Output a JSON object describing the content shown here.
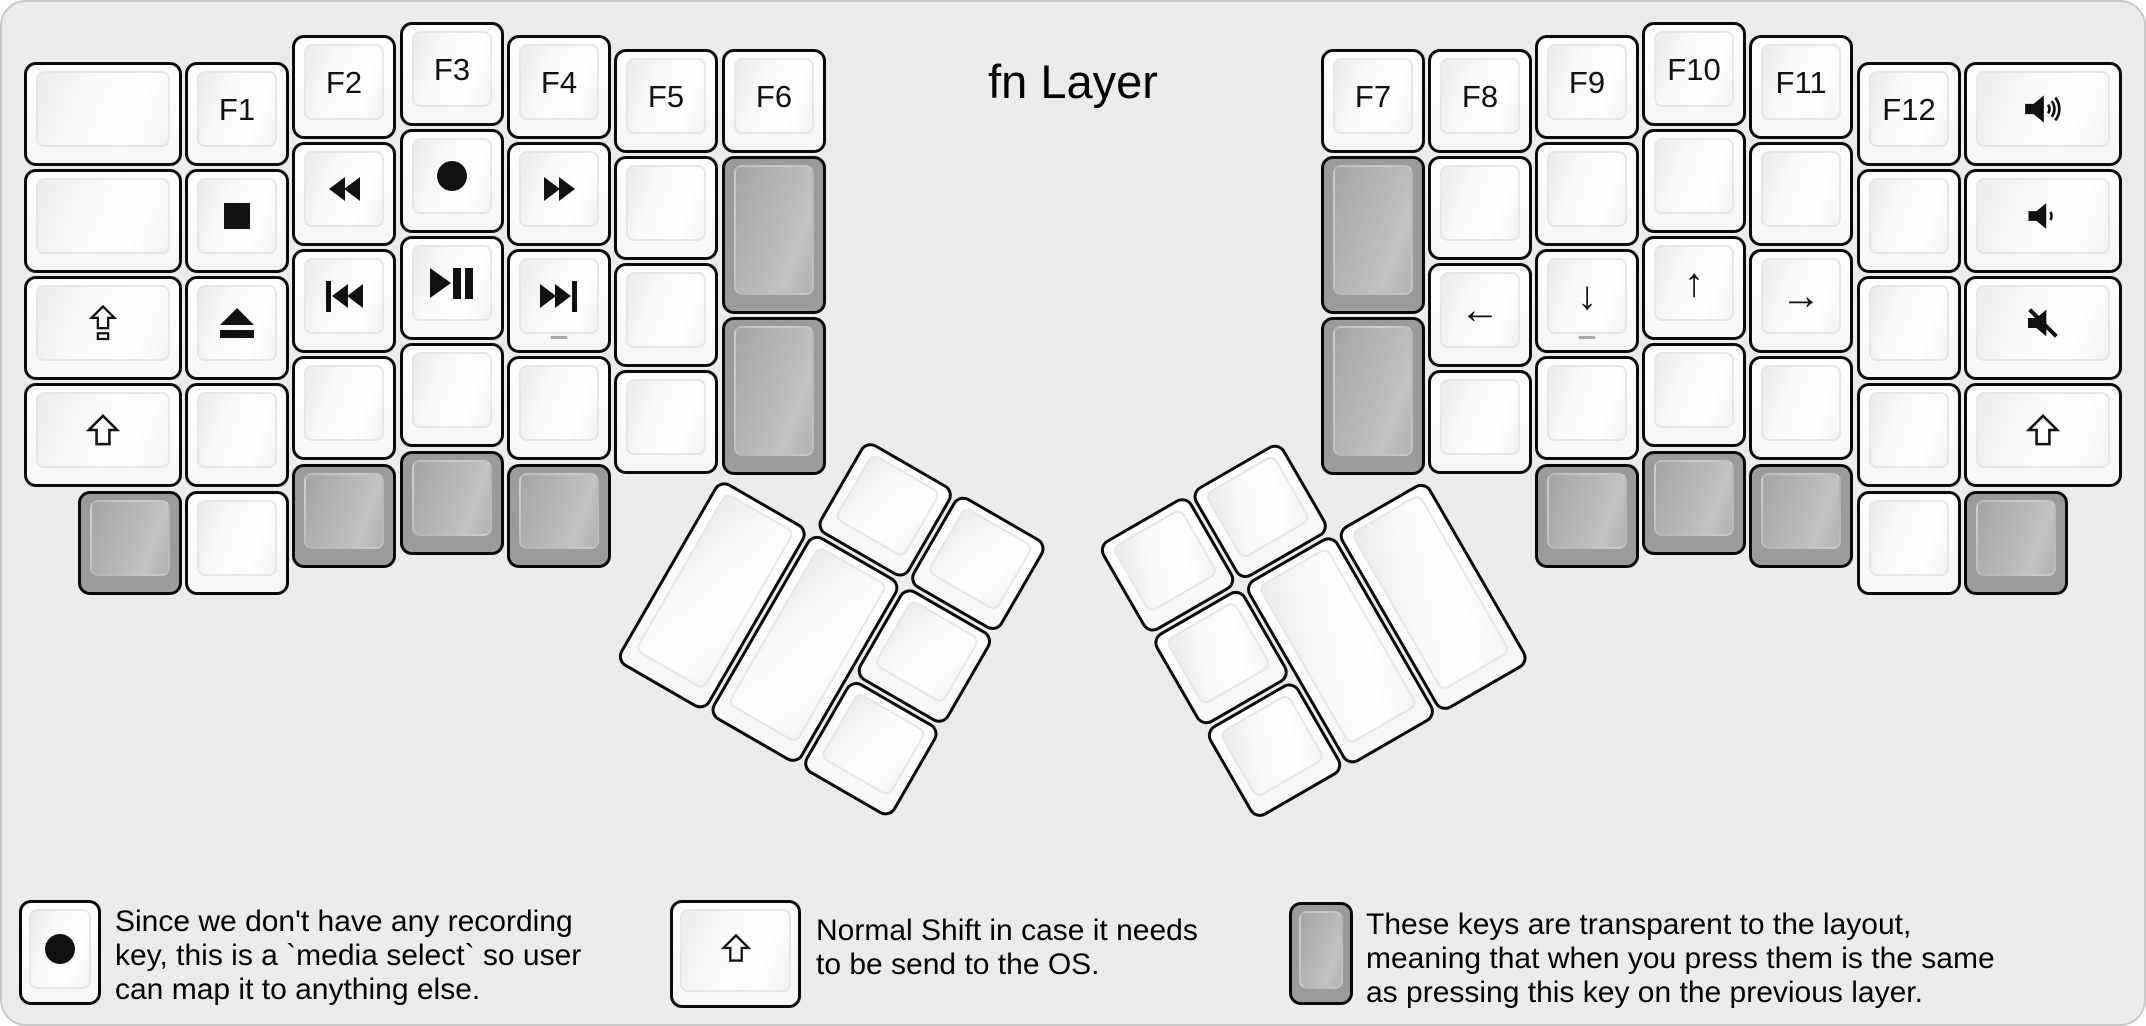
{
  "title": "fn Layer",
  "colors": {
    "background": "#ebebeb",
    "frame_border": "#c9c9c9",
    "key_white": "#ffffff",
    "key_gray": "#9b9b9b",
    "key_outline": "#0a0a0a",
    "text": "#000000",
    "homing_mark": "#a9a9a9"
  },
  "keyboard": {
    "left_main": [
      {
        "id": "A1"
      },
      {
        "id": "A2"
      },
      {
        "id": "A3",
        "icon": "caps-lock-icon"
      },
      {
        "id": "A4",
        "icon": "shift-icon"
      },
      {
        "id": "A5",
        "gray": true
      },
      {
        "id": "B1",
        "label": "F1"
      },
      {
        "id": "B2",
        "icon": "stop-icon"
      },
      {
        "id": "B3",
        "icon": "eject-icon"
      },
      {
        "id": "B4"
      },
      {
        "id": "B5"
      },
      {
        "id": "C1",
        "label": "F2"
      },
      {
        "id": "C2",
        "icon": "rewind-icon"
      },
      {
        "id": "C3",
        "icon": "prev-track-icon"
      },
      {
        "id": "C4"
      },
      {
        "id": "C5",
        "gray": true
      },
      {
        "id": "D1",
        "label": "F3"
      },
      {
        "id": "D2",
        "icon": "record-icon"
      },
      {
        "id": "D3",
        "icon": "play-pause-icon"
      },
      {
        "id": "D4"
      },
      {
        "id": "D5",
        "gray": true
      },
      {
        "id": "E1",
        "label": "F4"
      },
      {
        "id": "E2",
        "icon": "fast-forward-icon"
      },
      {
        "id": "E3",
        "icon": "next-track-icon",
        "homing": true
      },
      {
        "id": "E4"
      },
      {
        "id": "E5",
        "gray": true
      },
      {
        "id": "F1",
        "label": "F5"
      },
      {
        "id": "F2"
      },
      {
        "id": "F3"
      },
      {
        "id": "F4"
      },
      {
        "id": "G1",
        "label": "F6"
      },
      {
        "id": "G2",
        "gray": true
      },
      {
        "id": "G3",
        "gray": true
      }
    ],
    "left_thumb": [
      {
        "id": "LT1"
      },
      {
        "id": "LT2"
      },
      {
        "id": "LT3"
      },
      {
        "id": "LT4"
      },
      {
        "id": "LT5"
      },
      {
        "id": "LT6"
      }
    ],
    "right_main": [
      {
        "id": "H1",
        "label": "F7"
      },
      {
        "id": "H2",
        "gray": true
      },
      {
        "id": "H3",
        "gray": true
      },
      {
        "id": "I1",
        "label": "F8"
      },
      {
        "id": "I2"
      },
      {
        "id": "I3",
        "label": "←"
      },
      {
        "id": "I4"
      },
      {
        "id": "J1",
        "label": "F9"
      },
      {
        "id": "J2"
      },
      {
        "id": "J3",
        "label": "↓",
        "homing": true
      },
      {
        "id": "J4"
      },
      {
        "id": "J5",
        "gray": true
      },
      {
        "id": "K1",
        "label": "F10"
      },
      {
        "id": "K2"
      },
      {
        "id": "K3",
        "label": "↑"
      },
      {
        "id": "K4"
      },
      {
        "id": "K5",
        "gray": true
      },
      {
        "id": "L1",
        "label": "F11"
      },
      {
        "id": "L2"
      },
      {
        "id": "L3",
        "label": "→"
      },
      {
        "id": "L4"
      },
      {
        "id": "L5",
        "gray": true
      },
      {
        "id": "M1",
        "label": "F12"
      },
      {
        "id": "M2"
      },
      {
        "id": "M3"
      },
      {
        "id": "M4"
      },
      {
        "id": "M5"
      },
      {
        "id": "N1",
        "icon": "volume-up-icon"
      },
      {
        "id": "N2",
        "icon": "volume-down-icon"
      },
      {
        "id": "N3",
        "icon": "mute-icon"
      },
      {
        "id": "N4",
        "icon": "shift-icon"
      },
      {
        "id": "N5",
        "gray": true
      }
    ],
    "right_thumb": [
      {
        "id": "RT1"
      },
      {
        "id": "RT2"
      },
      {
        "id": "RT3"
      },
      {
        "id": "RT4"
      },
      {
        "id": "RT5"
      },
      {
        "id": "RT6"
      }
    ]
  },
  "legend": {
    "items": [
      {
        "key": "media-select",
        "text": "Since we don't have any recording\nkey, this is a `media select` so user\ncan map it to anything else."
      },
      {
        "key": "shift",
        "text": "Normal Shift in case it needs\nto be send to the OS."
      },
      {
        "key": "transparent",
        "text": "These keys are transparent to the layout,\nmeaning that when you press them is the same\nas pressing this key on the previous layer."
      }
    ]
  }
}
